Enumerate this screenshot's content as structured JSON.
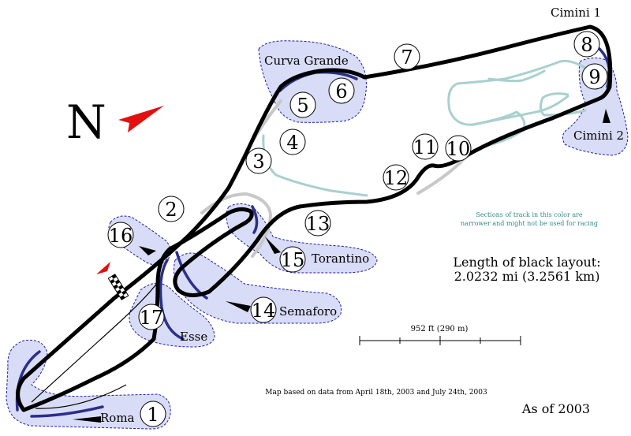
{
  "compass": {
    "letter": "N",
    "arrow_color": "#e31010"
  },
  "corners": {
    "t1": "1",
    "t2": "2",
    "t3": "3",
    "t4": "4",
    "t5": "5",
    "t6": "6",
    "t7": "7",
    "t8": "8",
    "t9": "9",
    "t10": "10",
    "t11": "11",
    "t12": "12",
    "t13": "13",
    "t14": "14",
    "t15": "15",
    "t16": "16",
    "t17": "17"
  },
  "names": {
    "roma": "Roma",
    "curva_grande": "Curva Grande",
    "cimini1": "Cimini 1",
    "cimini2": "Cimini 2",
    "torantino": "Torantino",
    "semaforo": "Semaforo",
    "esse": "Esse"
  },
  "legend": {
    "line1": "Sections of track in this color are",
    "line2": "narrower and might not be used for racing",
    "color": "#2e8b8b"
  },
  "layout_length": {
    "line1": "Length of black layout:",
    "line2": "2.0232 mi (3.2561 km)"
  },
  "scale_label": "952 ft (290 m)",
  "source_note": "Map based on data from April 18th, 2003 and July 24th, 2003",
  "as_of": "As of 2003",
  "colors": {
    "main_track": "#000000",
    "alt_track": "#a9d0cf",
    "zone_fill": "#d9dcf6",
    "zone_stroke": "#1d1da8",
    "pit_marker": "#e31010"
  }
}
